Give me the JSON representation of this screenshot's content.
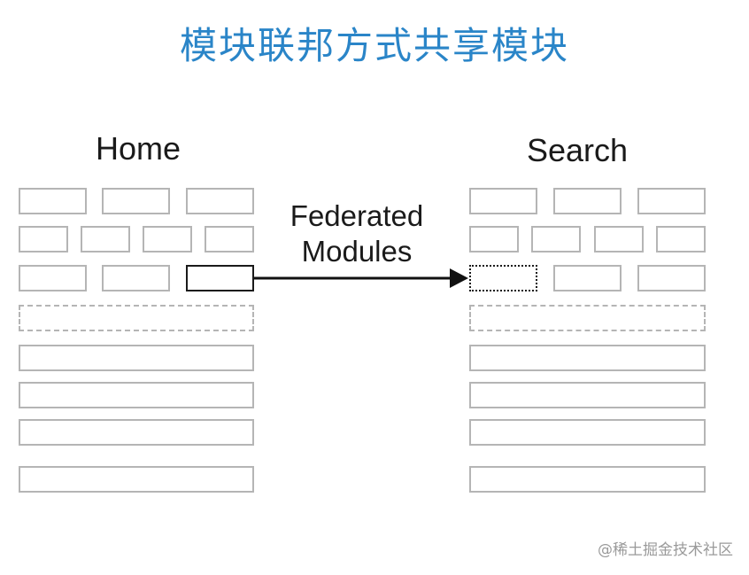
{
  "title": "模块联邦方式共享模块",
  "home": {
    "label": "Home"
  },
  "search": {
    "label": "Search"
  },
  "arrow": {
    "line1": "Federated",
    "line2": "Modules"
  },
  "watermark": "@稀土掘金技术社区",
  "colors": {
    "title": "#2a85c8",
    "block_border": "#b5b5b5",
    "highlight": "#1a1a1a"
  }
}
